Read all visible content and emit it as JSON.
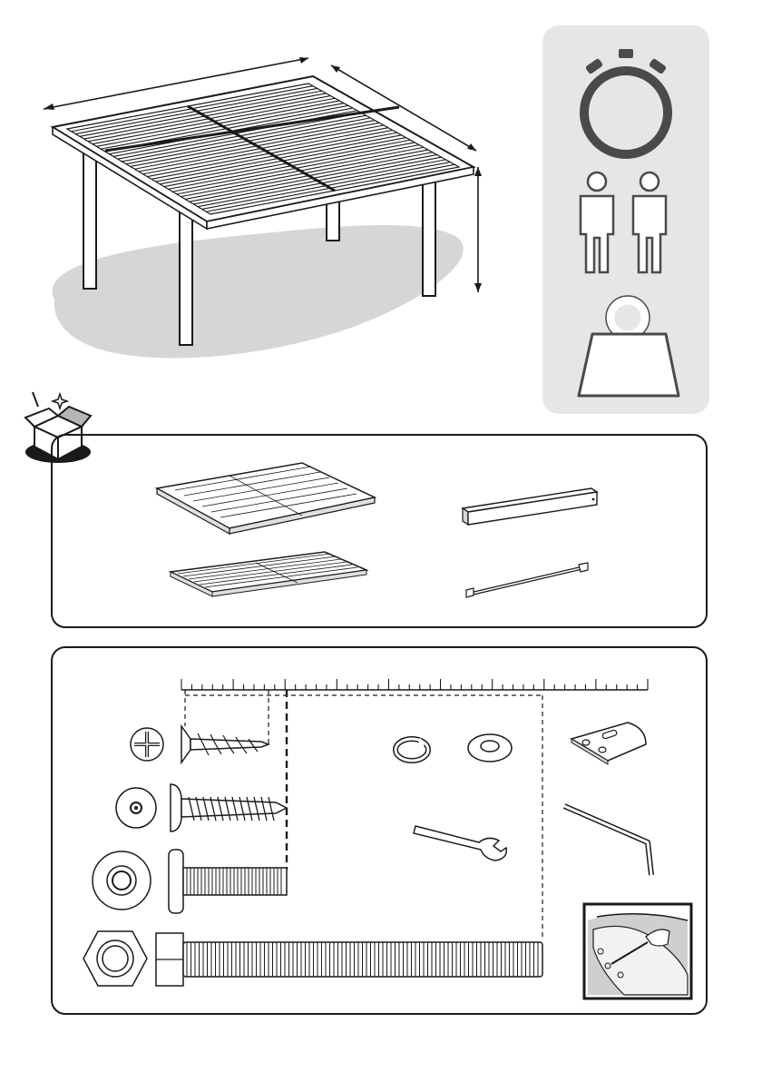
{
  "page": {
    "background": "#ffffff"
  },
  "overview": {
    "illustration": "pergola-assembled",
    "ground_shadow_color": "#d6d6d6",
    "icons": [
      "width-arrow-icon",
      "depth-arrow-icon",
      "height-arrow-icon"
    ]
  },
  "sidebar": {
    "background": "#e6e6e6",
    "icons": [
      "stopwatch-icon",
      "person-icon",
      "person-icon",
      "weight-icon"
    ]
  },
  "box_contents": {
    "icon": "open-box-icon",
    "items": [
      "roof-frame-panel",
      "roof-slat-panel",
      "post-beam",
      "support-rod"
    ]
  },
  "hardware": {
    "ruler": "scale-ruler",
    "items": [
      "screw-phillips-countersunk",
      "screw-pan-head",
      "bolt-flat-head",
      "hex-bolt-and-nut",
      "spring-washer",
      "flat-washer",
      "mounting-plate",
      "spanner-wrench",
      "hex-allen-key",
      "inset-detail-photo"
    ]
  }
}
